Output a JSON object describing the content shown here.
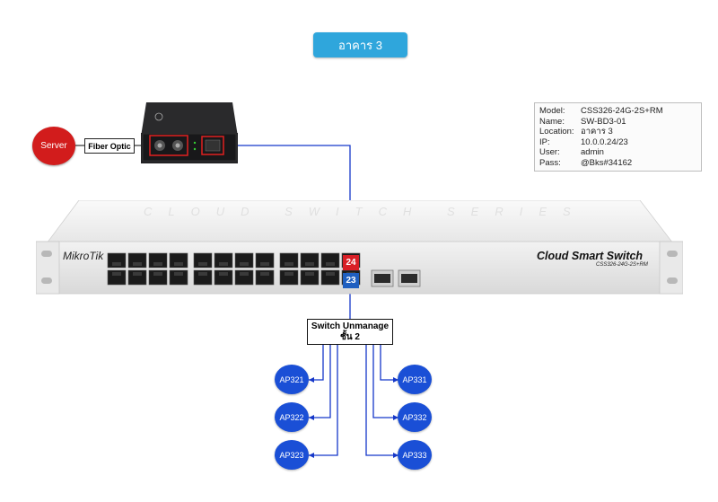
{
  "title": "อาคาร 3",
  "info": {
    "rows": [
      {
        "key": "Model:",
        "value": "CSS326-24G-2S+RM"
      },
      {
        "key": "Name:",
        "value": "SW-BD3-01"
      },
      {
        "key": "Location:",
        "value": "อาคาร 3"
      },
      {
        "key": "IP:",
        "value": "10.0.0.24/23"
      },
      {
        "key": "User:",
        "value": "admin"
      },
      {
        "key": "Pass:",
        "value": "@Bks#34162"
      }
    ]
  },
  "server": {
    "label": "Server"
  },
  "fiber_label": "Fiber Optic",
  "switch": {
    "brand": "MikroTik",
    "product": "Cloud Smart Switch",
    "model": "CSS326-24G-2S+RM",
    "series_text": "CLOUD SWITCH SERIES",
    "ports": {
      "port_24": "24",
      "port_23": "23"
    }
  },
  "unmanaged_switch": {
    "line1": "Switch Unmanage",
    "line2": "ชั้น 2"
  },
  "access_points": [
    "AP321",
    "AP322",
    "AP323",
    "AP331",
    "AP332",
    "AP333"
  ],
  "colors": {
    "link": "#1537c9",
    "server": "#d21c1c",
    "ap": "#1a4fd6",
    "title": "#2fa6dc",
    "port24": "#d81f26",
    "port23": "#1f5fc0"
  }
}
